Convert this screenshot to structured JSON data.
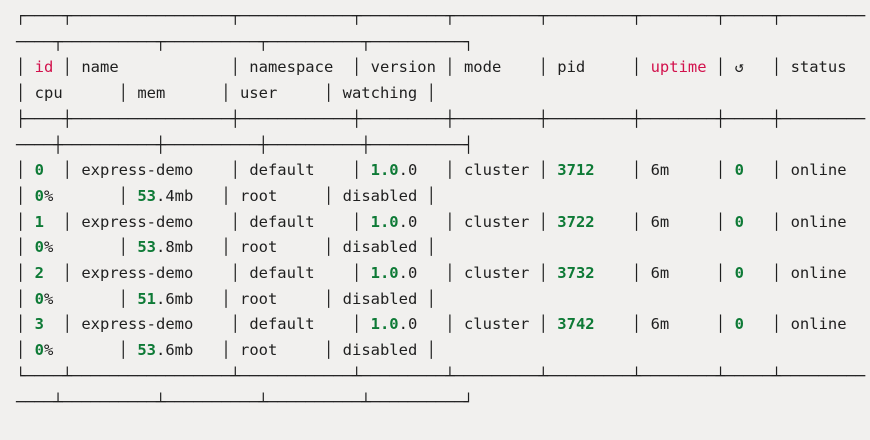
{
  "terminal": {
    "colors": {
      "bg": "#f1f0ee",
      "fg": "#1f1f1f",
      "red": "#d2114c",
      "green": "#0e7a36"
    },
    "table": {
      "columns": [
        "id",
        "name",
        "namespace",
        "version",
        "mode",
        "pid",
        "uptime",
        "↺",
        "status",
        "cpu",
        "mem",
        "user",
        "watching"
      ],
      "processes": [
        {
          "id": "0",
          "name": "express-demo",
          "namespace": "default",
          "version": "1.0.0",
          "mode": "cluster",
          "pid": "3712",
          "uptime": "6m",
          "restarts": "0",
          "status": "online",
          "cpu": "0%",
          "mem": "53.4mb",
          "user": "root",
          "watching": "disabled"
        },
        {
          "id": "1",
          "name": "express-demo",
          "namespace": "default",
          "version": "1.0.0",
          "mode": "cluster",
          "pid": "3722",
          "uptime": "6m",
          "restarts": "0",
          "status": "online",
          "cpu": "0%",
          "mem": "53.8mb",
          "user": "root",
          "watching": "disabled"
        },
        {
          "id": "2",
          "name": "express-demo",
          "namespace": "default",
          "version": "1.0.0",
          "mode": "cluster",
          "pid": "3732",
          "uptime": "6m",
          "restarts": "0",
          "status": "online",
          "cpu": "0%",
          "mem": "51.6mb",
          "user": "root",
          "watching": "disabled"
        },
        {
          "id": "3",
          "name": "express-demo",
          "namespace": "default",
          "version": "1.0.0",
          "mode": "cluster",
          "pid": "3742",
          "uptime": "6m",
          "restarts": "0",
          "status": "online",
          "cpu": "0%",
          "mem": "53.6mb",
          "user": "root",
          "watching": "disabled"
        }
      ]
    },
    "lines": [
      [
        [
          "┌────┬─────────────────┬────────────┬─────────┬─────────┬─────────┬────────┬─────┬─────────",
          "fg"
        ]
      ],
      [
        [
          "────┬──────────┬──────────┬──────────┬──────────┐",
          "fg"
        ]
      ],
      [
        [
          "│ ",
          "fg"
        ],
        [
          "id",
          "red"
        ],
        [
          " │ name            │ namespace  │ version │ mode    │ pid     │ ",
          "fg"
        ],
        [
          "uptime",
          "red"
        ],
        [
          " │ ↺   │ status",
          "fg"
        ]
      ],
      [
        [
          "│ cpu      │ mem      │ user     │ watching │",
          "fg"
        ]
      ],
      [
        [
          "├────┼─────────────────┼────────────┼─────────┼─────────┼─────────┼────────┼─────┼─────────",
          "fg"
        ]
      ],
      [
        [
          "────┼──────────┼──────────┼──────────┼──────────┤",
          "fg"
        ]
      ],
      [
        [
          "│ ",
          "fg"
        ],
        [
          "0",
          "green"
        ],
        [
          "  │ express-demo    │ default    │ ",
          "fg"
        ],
        [
          "1.0",
          "green"
        ],
        [
          ".0   │ cluster │ ",
          "fg"
        ],
        [
          "3712",
          "green"
        ],
        [
          "    │ 6m     │ ",
          "fg"
        ],
        [
          "0",
          "green"
        ],
        [
          "   │ online",
          "fg"
        ]
      ],
      [
        [
          "│ ",
          "fg"
        ],
        [
          "0",
          "green"
        ],
        [
          "%       │ ",
          "fg"
        ],
        [
          "53",
          "green"
        ],
        [
          ".4mb   │ root     │ disabled │",
          "fg"
        ]
      ],
      [
        [
          "│ ",
          "fg"
        ],
        [
          "1",
          "green"
        ],
        [
          "  │ express-demo    │ default    │ ",
          "fg"
        ],
        [
          "1.0",
          "green"
        ],
        [
          ".0   │ cluster │ ",
          "fg"
        ],
        [
          "3722",
          "green"
        ],
        [
          "    │ 6m     │ ",
          "fg"
        ],
        [
          "0",
          "green"
        ],
        [
          "   │ online",
          "fg"
        ]
      ],
      [
        [
          "│ ",
          "fg"
        ],
        [
          "0",
          "green"
        ],
        [
          "%       │ ",
          "fg"
        ],
        [
          "53",
          "green"
        ],
        [
          ".8mb   │ root     │ disabled │",
          "fg"
        ]
      ],
      [
        [
          "│ ",
          "fg"
        ],
        [
          "2",
          "green"
        ],
        [
          "  │ express-demo    │ default    │ ",
          "fg"
        ],
        [
          "1.0",
          "green"
        ],
        [
          ".0   │ cluster │ ",
          "fg"
        ],
        [
          "3732",
          "green"
        ],
        [
          "    │ 6m     │ ",
          "fg"
        ],
        [
          "0",
          "green"
        ],
        [
          "   │ online",
          "fg"
        ]
      ],
      [
        [
          "│ ",
          "fg"
        ],
        [
          "0",
          "green"
        ],
        [
          "%       │ ",
          "fg"
        ],
        [
          "51",
          "green"
        ],
        [
          ".6mb   │ root     │ disabled │",
          "fg"
        ]
      ],
      [
        [
          "│ ",
          "fg"
        ],
        [
          "3",
          "green"
        ],
        [
          "  │ express-demo    │ default    │ ",
          "fg"
        ],
        [
          "1.0",
          "green"
        ],
        [
          ".0   │ cluster │ ",
          "fg"
        ],
        [
          "3742",
          "green"
        ],
        [
          "    │ 6m     │ ",
          "fg"
        ],
        [
          "0",
          "green"
        ],
        [
          "   │ online",
          "fg"
        ]
      ],
      [
        [
          "│ ",
          "fg"
        ],
        [
          "0",
          "green"
        ],
        [
          "%       │ ",
          "fg"
        ],
        [
          "53",
          "green"
        ],
        [
          ".6mb   │ root     │ disabled │",
          "fg"
        ]
      ],
      [
        [
          "└────┴─────────────────┴────────────┴─────────┴─────────┴─────────┴────────┴─────┴─────────",
          "fg"
        ]
      ],
      [
        [
          "────┴──────────┴──────────┴──────────┴──────────┘",
          "fg"
        ]
      ]
    ]
  }
}
